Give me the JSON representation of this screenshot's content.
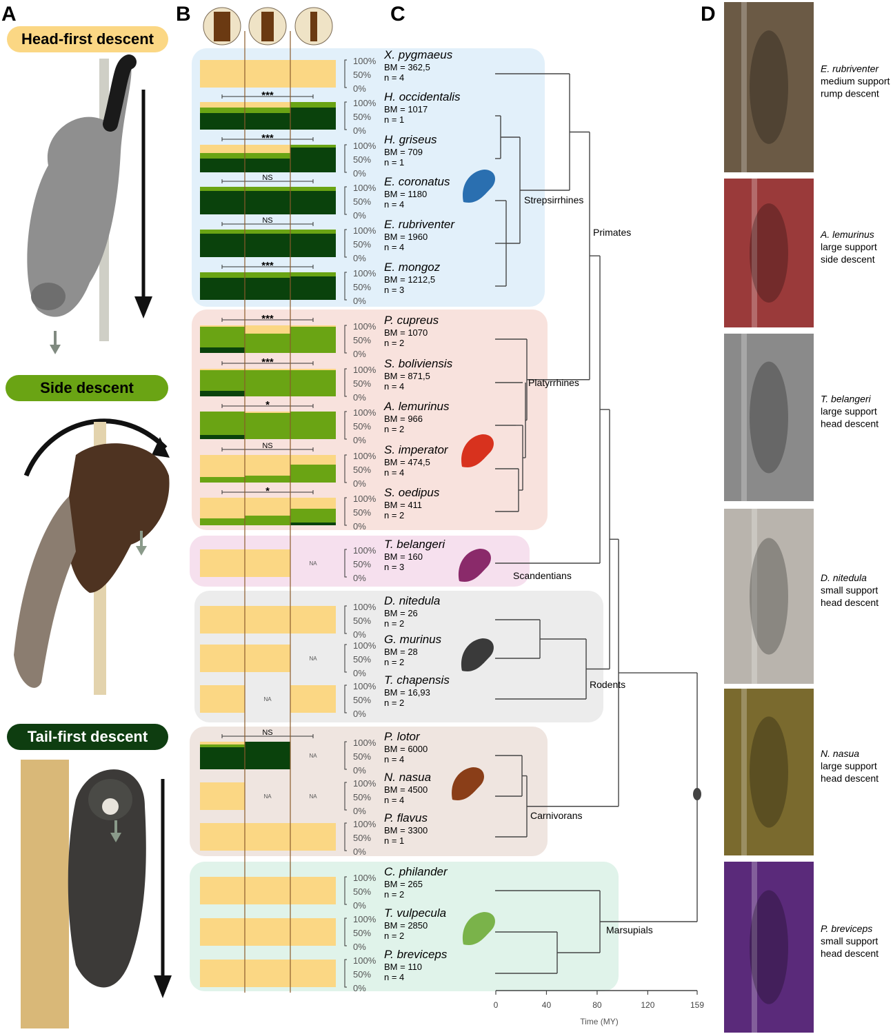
{
  "panels": [
    "A",
    "B",
    "C",
    "D"
  ],
  "descent_types": [
    {
      "label": "Head-first descent",
      "color": "#fbd784",
      "text_color": "#222222"
    },
    {
      "label": "Side descent",
      "color": "#6aa414",
      "text_color": "#1a1a1a"
    },
    {
      "label": "Tail-first descent",
      "color": "#0e3d10",
      "text_color": "#ffffff"
    }
  ],
  "support_sizes": [
    "large",
    "medium",
    "small"
  ],
  "percent_labels": [
    "100%",
    "50%",
    "0%"
  ],
  "colors": {
    "head": "#fbd784",
    "side": "#6aa414",
    "tail": "#0a420c",
    "support_line": "#8a5a2a",
    "tree": "#444444"
  },
  "groups": [
    {
      "color": "#e2f0fa",
      "label": "Strepsirrhines"
    },
    {
      "color": "#f8e2dd",
      "label": "Platyrrhines"
    },
    {
      "color": "#f6e0ee",
      "label": "Scandentians"
    },
    {
      "color": "#ececec",
      "label": "Rodents"
    },
    {
      "color": "#efe5e0",
      "label": "Carnivorans"
    },
    {
      "color": "#e0f3ea",
      "label": "Marsupials"
    }
  ],
  "primates_label": "Primates",
  "species": [
    {
      "name": "X. pygmaeus",
      "bm": "BM = 362,5",
      "n": "n = 4",
      "sig": "",
      "bars": [
        [
          1,
          0,
          0
        ],
        [
          1,
          0,
          0
        ],
        [
          1,
          0,
          0
        ]
      ]
    },
    {
      "name": "H. occidentalis",
      "bm": "BM = 1017",
      "n": "n = 1",
      "sig": "***",
      "bars": [
        [
          0.2,
          0.2,
          0.6
        ],
        [
          0.2,
          0.2,
          0.6
        ],
        [
          0,
          0.2,
          0.8
        ]
      ]
    },
    {
      "name": "H. griseus",
      "bm": "BM = 709",
      "n": "n = 1",
      "sig": "***",
      "bars": [
        [
          0.3,
          0.2,
          0.5
        ],
        [
          0.3,
          0.2,
          0.5
        ],
        [
          0,
          0.1,
          0.9
        ]
      ]
    },
    {
      "name": "E. coronatus",
      "bm": "BM = 1180",
      "n": "n = 4",
      "sig": "NS",
      "bars": [
        [
          0,
          0.15,
          0.85
        ],
        [
          0,
          0.15,
          0.85
        ],
        [
          0,
          0.15,
          0.85
        ]
      ]
    },
    {
      "name": "E. rubriventer",
      "bm": "BM = 1960",
      "n": "n = 4",
      "sig": "NS",
      "bars": [
        [
          0,
          0.15,
          0.85
        ],
        [
          0,
          0.15,
          0.85
        ],
        [
          0,
          0.15,
          0.85
        ]
      ]
    },
    {
      "name": "E. mongoz",
      "bm": "BM = 1212,5",
      "n": "n = 3",
      "sig": "***",
      "bars": [
        [
          0,
          0.2,
          0.8
        ],
        [
          0,
          0.2,
          0.8
        ],
        [
          0,
          0.15,
          0.85
        ]
      ]
    },
    {
      "name": "P. cupreus",
      "bm": "BM = 1070",
      "n": "n = 2",
      "sig": "***",
      "bars": [
        [
          0.05,
          0.75,
          0.2
        ],
        [
          0.3,
          0.7,
          0
        ],
        [
          0.05,
          0.95,
          0
        ]
      ]
    },
    {
      "name": "S. boliviensis",
      "bm": "BM = 871,5",
      "n": "n = 4",
      "sig": "***",
      "bars": [
        [
          0.05,
          0.75,
          0.2
        ],
        [
          0.05,
          0.95,
          0
        ],
        [
          0.05,
          0.95,
          0
        ]
      ]
    },
    {
      "name": "A. lemurinus",
      "bm": "BM = 966",
      "n": "n = 2",
      "sig": "*",
      "bars": [
        [
          0,
          0.85,
          0.15
        ],
        [
          0.05,
          0.95,
          0
        ],
        [
          0,
          1,
          0
        ]
      ]
    },
    {
      "name": "S. imperator",
      "bm": "BM = 474,5",
      "n": "n = 4",
      "sig": "NS",
      "bars": [
        [
          0.8,
          0.2,
          0
        ],
        [
          0.75,
          0.25,
          0
        ],
        [
          0.35,
          0.65,
          0
        ]
      ]
    },
    {
      "name": "S. oedipus",
      "bm": "BM = 411",
      "n": "n = 2",
      "sig": "*",
      "bars": [
        [
          0.75,
          0.25,
          0
        ],
        [
          0.65,
          0.35,
          0
        ],
        [
          0.4,
          0.5,
          0.1
        ]
      ]
    },
    {
      "name": "T. belangeri",
      "bm": "BM = 160",
      "n": "n = 3",
      "sig": "",
      "bars": [
        [
          1,
          0,
          0
        ],
        [
          1,
          0,
          0
        ],
        null
      ]
    },
    {
      "name": "D. nitedula",
      "bm": "BM = 26",
      "n": "n = 2",
      "sig": "",
      "bars": [
        [
          1,
          0,
          0
        ],
        [
          1,
          0,
          0
        ],
        [
          1,
          0,
          0
        ]
      ]
    },
    {
      "name": "G. murinus",
      "bm": "BM = 28",
      "n": "n = 2",
      "sig": "",
      "bars": [
        [
          1,
          0,
          0
        ],
        [
          1,
          0,
          0
        ],
        null
      ]
    },
    {
      "name": "T. chapensis",
      "bm": "BM = 16,93",
      "n": "n = 2",
      "sig": "",
      "bars": [
        [
          1,
          0,
          0
        ],
        null,
        [
          1,
          0,
          0
        ]
      ]
    },
    {
      "name": "P. lotor",
      "bm": "BM = 6000",
      "n": "n = 4",
      "sig": "NS",
      "bars": [
        [
          0.1,
          0.1,
          0.8
        ],
        [
          0,
          0,
          1
        ],
        null
      ]
    },
    {
      "name": "N. nasua",
      "bm": "BM = 4500",
      "n": "n = 4",
      "sig": "",
      "bars": [
        [
          1,
          0,
          0
        ],
        null,
        null
      ]
    },
    {
      "name": "P. flavus",
      "bm": "BM = 3300",
      "n": "n = 1",
      "sig": "",
      "bars": [
        [
          1,
          0,
          0
        ],
        [
          1,
          0,
          0
        ],
        [
          1,
          0,
          0
        ]
      ]
    },
    {
      "name": "C. philander",
      "bm": "BM = 265",
      "n": "n = 2",
      "sig": "",
      "bars": [
        [
          1,
          0,
          0
        ],
        [
          1,
          0,
          0
        ],
        [
          1,
          0,
          0
        ]
      ]
    },
    {
      "name": "T. vulpecula",
      "bm": "BM = 2850",
      "n": "n = 2",
      "sig": "",
      "bars": [
        [
          1,
          0,
          0
        ],
        [
          1,
          0,
          0
        ],
        [
          1,
          0,
          0
        ]
      ]
    },
    {
      "name": "P. breviceps",
      "bm": "BM = 110",
      "n": "n = 4",
      "sig": "",
      "bars": [
        [
          1,
          0,
          0
        ],
        [
          1,
          0,
          0
        ],
        [
          1,
          0,
          0
        ]
      ]
    }
  ],
  "na_label": "NA",
  "time_axis": {
    "label": "Time (MY)",
    "ticks": [
      "0",
      "40",
      "80",
      "120",
      "159"
    ],
    "range": [
      0,
      159
    ]
  },
  "photos": [
    {
      "species": "E. rubriventer",
      "support": "medium support",
      "descent": "rump descent",
      "color": "#6b5a45"
    },
    {
      "species": "A. lemurinus",
      "support": "large support",
      "descent": "side descent",
      "color": "#9a3a3a"
    },
    {
      "species": "T. belangeri",
      "support": "large support",
      "descent": "head descent",
      "color": "#8a8a8a"
    },
    {
      "species": "D. nitedula",
      "support": "small support",
      "descent": "head descent",
      "color": "#b9b4ad"
    },
    {
      "species": "N. nasua",
      "support": "large support",
      "descent": "head descent",
      "color": "#7a6a2e"
    },
    {
      "species": "P. breviceps",
      "support": "small support",
      "descent": "head descent",
      "color": "#5a2a7a"
    }
  ]
}
